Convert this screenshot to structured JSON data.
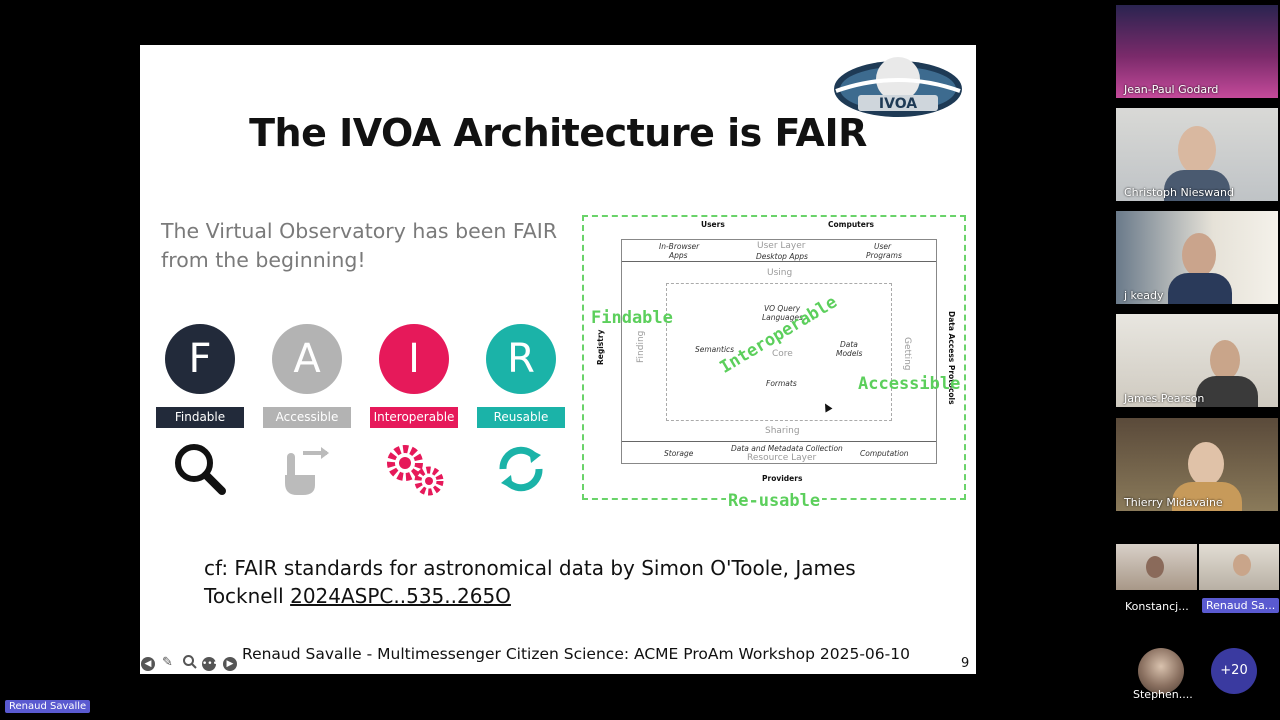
{
  "slide": {
    "title": "The IVOA Architecture is FAIR",
    "intro_line1": "The Virtual Observatory has been FAIR",
    "intro_line2": "from the beginning!",
    "logo_text": "IVOA",
    "fair": [
      {
        "letter": "F",
        "label": "Findable",
        "color": "#222a3a",
        "icon": "magnifier-icon"
      },
      {
        "letter": "A",
        "label": "Accessible",
        "color": "#b3b3b3",
        "icon": "pointing-hand-icon"
      },
      {
        "letter": "I",
        "label": "Interoperable",
        "color": "#e6195a",
        "icon": "gears-icon"
      },
      {
        "letter": "R",
        "label": "Reusable",
        "color": "#1bb3a8",
        "icon": "cycle-arrows-icon"
      }
    ],
    "diagram": {
      "users": "Users",
      "computers": "Computers",
      "in_browser": "In-Browser",
      "apps": "Apps",
      "user_layer": "User Layer",
      "desktop_apps": "Desktop Apps",
      "user": "User",
      "programs": "Programs",
      "using": "Using",
      "registry": "Registry",
      "finding": "Finding",
      "vo_query": "VO Query",
      "languages": "Languages",
      "semantics": "Semantics",
      "core": "Core",
      "data": "Data",
      "models": "Models",
      "formats": "Formats",
      "getting": "Getting",
      "data_access_protocols": "Data Access Protocols",
      "sharing": "Sharing",
      "storage": "Storage",
      "data_metadata": "Data and Metadata Collection",
      "resource_layer": "Resource Layer",
      "computation": "Computation",
      "providers": "Providers",
      "overlay_findable": "Findable",
      "overlay_interoperable": "Interoperable",
      "overlay_accessible": "Accessible",
      "overlay_reusable": "Re-usable"
    },
    "citation_line1": "cf: FAIR standards for astronomical data by Simon O'Toole, James",
    "citation_line2_prefix": "Tocknell ",
    "citation_link": "2024ASPC..535..265O",
    "footer": "Renaud Savalle - Multimessenger Citizen Science: ACME ProAm Workshop 2025-06-10",
    "page_number": "9"
  },
  "participants": [
    {
      "name": "Jean-Paul Godard"
    },
    {
      "name": "Christoph Nieswand"
    },
    {
      "name": "j keady"
    },
    {
      "name": "James.Pearson"
    },
    {
      "name": "Thierry Midavaine"
    }
  ],
  "small_tiles": [
    {
      "name": "Konstancj..."
    },
    {
      "name": "Renaud Sa..."
    }
  ],
  "avatar_name": "Stephen....",
  "more_count": "+20",
  "presenter_label": "Renaud Savalle"
}
